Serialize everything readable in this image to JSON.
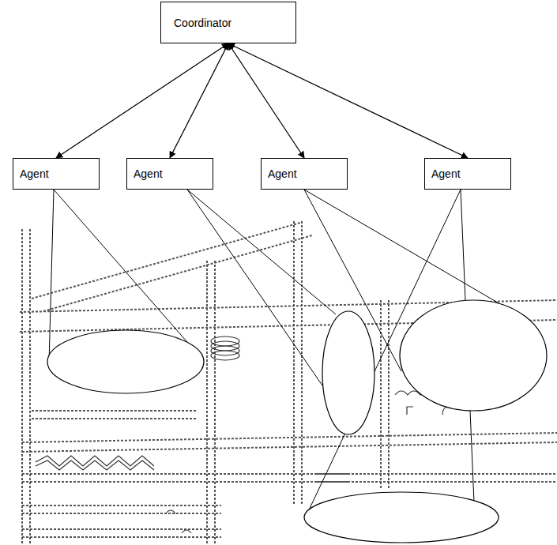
{
  "diagram": {
    "nodes": [
      {
        "text": [
          "Coordinator"
        ]
      },
      {
        "text": [
          "Agent"
        ]
      },
      {
        "text": [
          "Agent"
        ]
      },
      {
        "text": [
          "Agent"
        ]
      },
      {
        "text": [
          "Agent"
        ]
      }
    ],
    "edges": [
      {
        "from": 0,
        "to": 1,
        "arrow": "both"
      },
      {
        "from": 0,
        "to": 2,
        "arrow": "both"
      },
      {
        "from": 0,
        "to": 3,
        "arrow": "both"
      },
      {
        "from": 0,
        "to": 4,
        "arrow": "both"
      }
    ]
  }
}
